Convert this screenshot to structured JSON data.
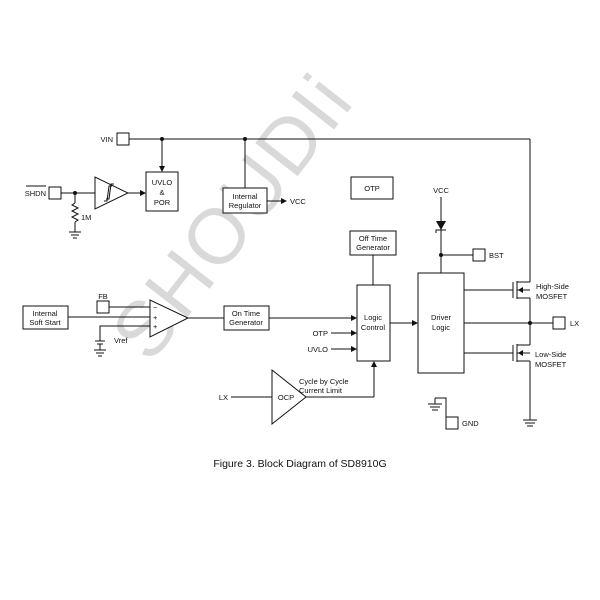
{
  "watermark": "SHOUDIi",
  "caption": "Figure 3. Block Diagram of SD8910G",
  "pins": {
    "vin": "VIN",
    "shdn": "SHDN",
    "fb": "FB",
    "bst": "BST",
    "lx": "LX",
    "gnd": "GND"
  },
  "blocks": {
    "uvlo_por": [
      "UVLO",
      "&",
      "POR"
    ],
    "internal_regulator": [
      "Internal",
      "Regulator"
    ],
    "otp": "OTP",
    "off_time_generator": [
      "Off Time",
      "Generator"
    ],
    "logic_control": [
      "Logic",
      "Control"
    ],
    "driver_logic": [
      "Driver",
      "Logic"
    ],
    "internal_soft_start": [
      "Internal",
      "Soft Start"
    ],
    "on_time_generator": [
      "On Time",
      "Generator"
    ],
    "ocp": "OCP"
  },
  "labels": {
    "resistor_1m": "1M",
    "vcc_out": "VCC",
    "vcc_top": "VCC",
    "vref": "Vref",
    "otp_in": "OTP",
    "uvlo_in": "UVLO",
    "lx_in": "LX",
    "cycle_limit": [
      "Cycle by Cycle",
      "Current Limit"
    ],
    "high_side": [
      "High-Side",
      "MOSFET"
    ],
    "low_side": [
      "Low-Side",
      "MOSFET"
    ],
    "comp_minus": "−",
    "comp_plus1": "+",
    "comp_plus2": "+"
  }
}
